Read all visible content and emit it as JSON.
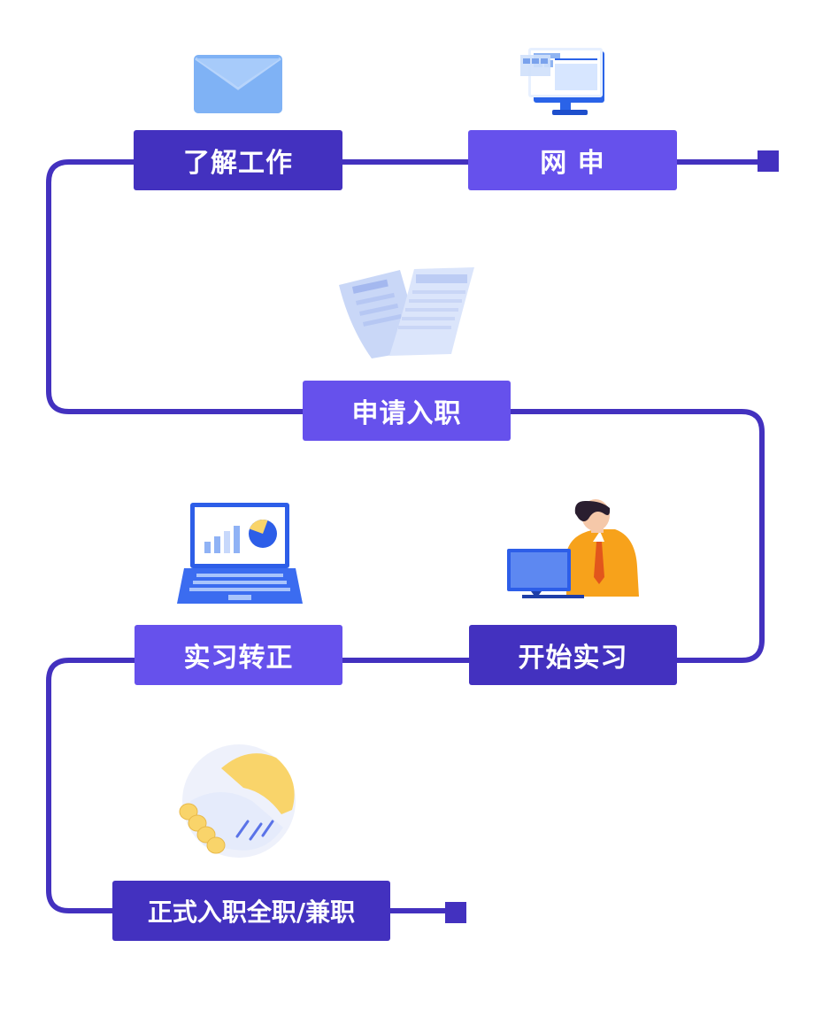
{
  "steps": [
    {
      "label": "了解工作",
      "icon": "envelope-icon"
    },
    {
      "label": "网 申",
      "icon": "computer-monitor-icon"
    },
    {
      "label": "申请入职",
      "icon": "documents-icon"
    },
    {
      "label": "开始实习",
      "icon": "person-at-computer-icon"
    },
    {
      "label": "实习转正",
      "icon": "laptop-chart-icon"
    },
    {
      "label": "正式入职全职/兼职",
      "icon": "handshake-icon"
    }
  ],
  "colors": {
    "line": "#4331bf",
    "box_dark": "#4331bf",
    "box_light": "#6651ec",
    "icon_blue": "#7fb2f5",
    "icon_yellow": "#f9d46a",
    "shirt_orange": "#f7a21b"
  }
}
